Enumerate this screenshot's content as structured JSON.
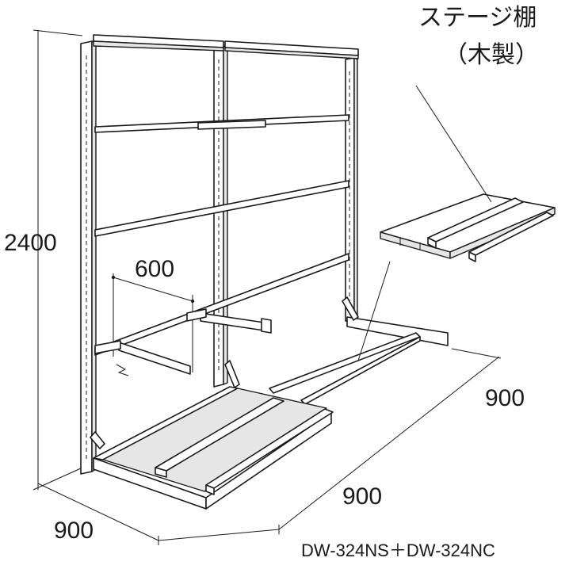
{
  "labels": {
    "height_dim": "2400",
    "arm_dim": "600",
    "depth_dim_right": "900",
    "width_dim_bottom": "900",
    "depth_dim_left": "900",
    "stage_shelf_title": "ステージ棚",
    "stage_shelf_material": "（木製）",
    "model_code": "DW-324NS＋DW-324NC"
  },
  "colors": {
    "line": "#1a1a1a",
    "background": "#ffffff",
    "panel_shade": "#e6e6e6"
  }
}
